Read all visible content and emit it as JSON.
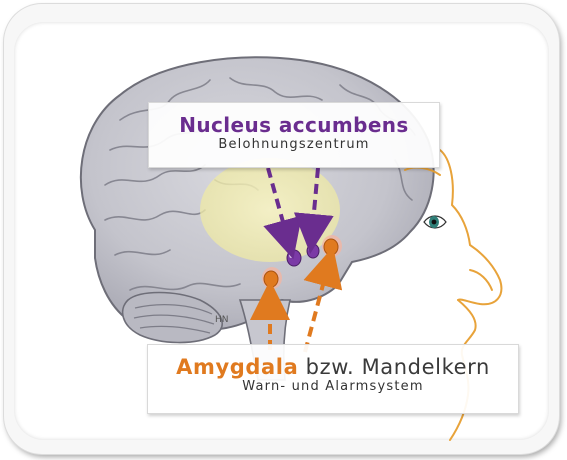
{
  "labels": {
    "nucleus": {
      "title": "Nucleus accumbens",
      "subtitle": "Belohnungszentrum"
    },
    "amygdala": {
      "title_highlight": "Amygdala",
      "title_rest": " bzw. Mandelkern",
      "subtitle": "Warn- und Alarmsystem"
    },
    "artist_mark": "HN"
  },
  "colors": {
    "nucleus_purple": "#6a2d8f",
    "amygdala_orange": "#e07a1f",
    "face_outline": "#e8a33a",
    "brain_fill": "#c9c9cf",
    "limbic_yellow": "#f3efb0"
  },
  "icons": {
    "brain": "brain-illustration",
    "face": "face-profile-outline",
    "eye": "eye-icon"
  }
}
